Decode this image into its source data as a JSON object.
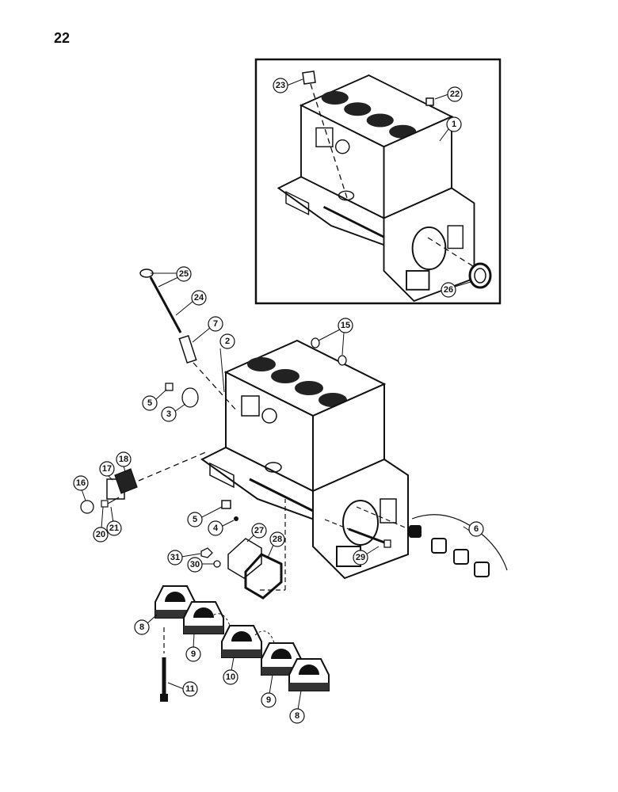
{
  "page_number": "22",
  "colors": {
    "ink": "#111111",
    "paper": "#ffffff"
  },
  "callouts": {
    "c1": "1",
    "c2": "2",
    "c3": "3",
    "c4": "4",
    "c5a": "5",
    "c5b": "5",
    "c6": "6",
    "c7": "7",
    "c8a": "8",
    "c8b": "8",
    "c9a": "9",
    "c9b": "9",
    "c10": "10",
    "c11": "11",
    "c15": "15",
    "c16": "16",
    "c17": "17",
    "c18": "18",
    "c20": "20",
    "c21": "21",
    "c22": "22",
    "c23": "23",
    "c24": "24",
    "c25": "25",
    "c26": "26",
    "c27": "27",
    "c28": "28",
    "c29": "29",
    "c30": "30",
    "c31": "31"
  }
}
